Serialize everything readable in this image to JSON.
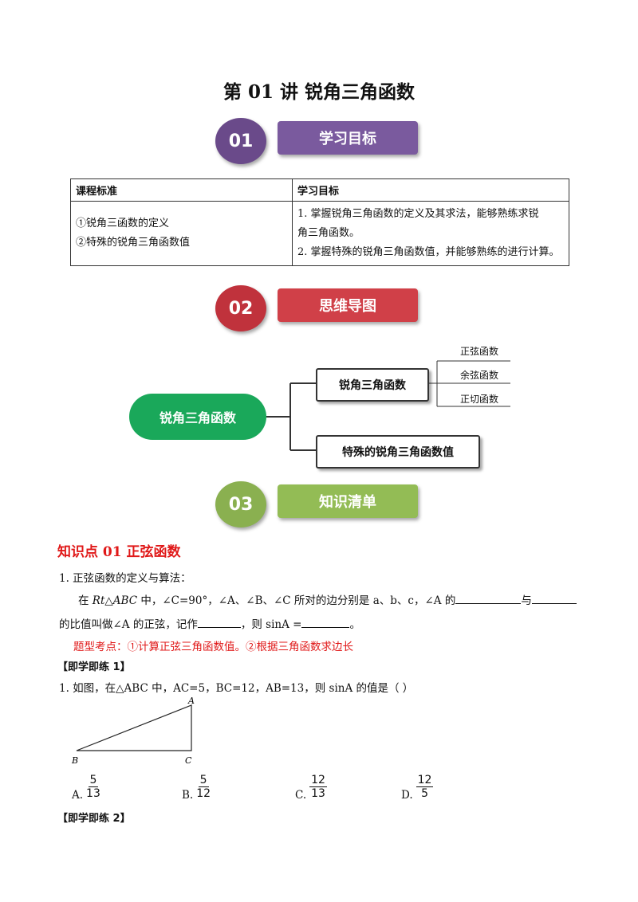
{
  "doc_title": "第 01 讲  锐角三角函数",
  "sections": [
    {
      "num": "01",
      "label": "学习目标"
    },
    {
      "num": "02",
      "label": "思维导图"
    },
    {
      "num": "03",
      "label": "知识清单"
    }
  ],
  "table": {
    "headers": [
      "课程标准",
      "学习目标"
    ],
    "standards": [
      "①锐角三函数的定义",
      "②特殊的锐角三角函数值"
    ],
    "goals": [
      "1. 掌握锐角三角函数的定义及其求法，能够熟练求锐",
      "角三角函数。",
      "2. 掌握特殊的锐角三角函数值，并能够熟练的进行计算。"
    ]
  },
  "mindmap": {
    "root": "锐角三角函数",
    "branch1": "锐角三角函数",
    "branch2": "特殊的锐角三角函数值",
    "leaves": [
      "正弦函数",
      "余弦函数",
      "正切函数"
    ]
  },
  "knowledge_point": "知识点 01    正弦函数",
  "item1_title": "1.  正弦函数的定义与算法：",
  "def": {
    "pre": "在 ",
    "rt": "Rt△ABC",
    "mid": " 中，∠C=90°，∠A、∠B、∠C 所对的边分别是 a、b、c，∠A 的",
    "yu": "与",
    "line2a": "的比值叫做∠A 的正弦，记作",
    "line2b": "，则 sinA =",
    "end": "。"
  },
  "tip": "题型考点：①计算正弦三角函数值。②根据三角函数求边长",
  "practice1": "【即学即练 1】",
  "q1": "1.  如图，在△ABC 中，AC=5，BC=12，AB=13，则 sinA 的值是（      ）",
  "triangle": {
    "A": "A",
    "B": "B",
    "C": "C"
  },
  "options": [
    {
      "letter": "A.",
      "num": "5",
      "den": "13"
    },
    {
      "letter": "B.",
      "num": "5",
      "den": "12"
    },
    {
      "letter": "C.",
      "num": "12",
      "den": "13"
    },
    {
      "letter": "D.",
      "num": "12",
      "den": "5"
    }
  ],
  "practice2": "【即学即练 2】"
}
